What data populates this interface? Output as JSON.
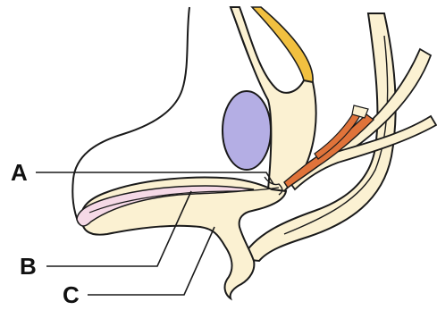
{
  "diagram": {
    "labels": {
      "a": "A",
      "b": "B",
      "c": "C"
    },
    "colors": {
      "tissue": "#fbf1d2",
      "outline": "#1a1a1a",
      "yellow_tube": "#f1c040",
      "violet_oval": "#b4aee4",
      "pink_layer": "#f5d9e6",
      "orange_vessel": "#e0733a"
    }
  }
}
